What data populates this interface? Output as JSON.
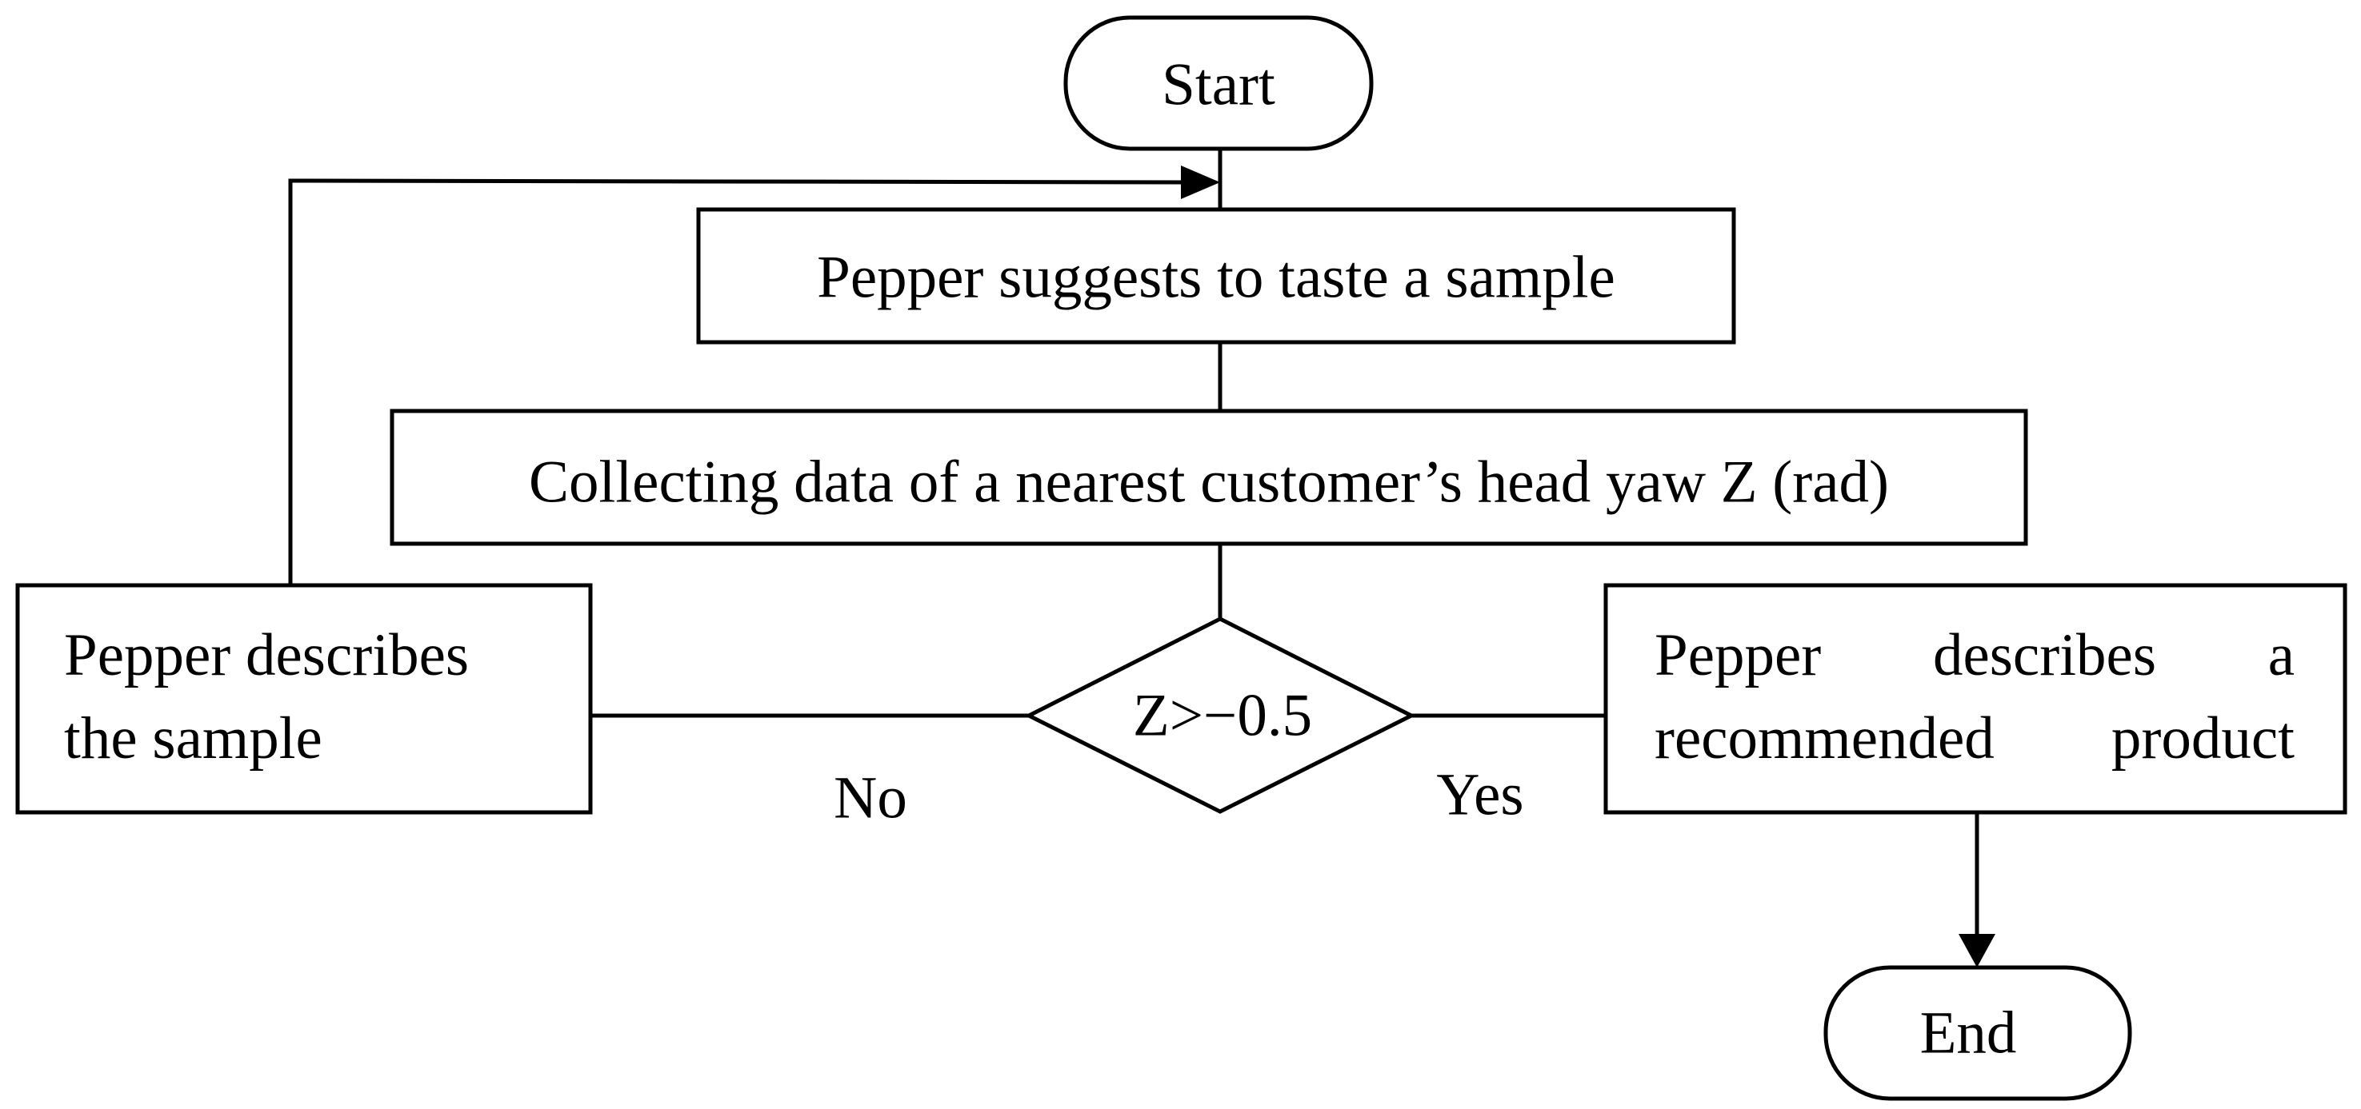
{
  "nodes": {
    "start": "Start",
    "suggest": "Pepper suggests to taste a sample",
    "collect": "Collecting data of a nearest customer’s head yaw Z (rad)",
    "decision": "Z>−0.5",
    "describe_sample_line1": "Pepper describes",
    "describe_sample_line2": "the sample",
    "describe_product_line1": "Pepper describes a",
    "describe_product_line2": "recommended product",
    "end": "End"
  },
  "edges": {
    "no_label": "No",
    "yes_label": "Yes"
  },
  "colors": {
    "stroke": "#000000",
    "background": "#ffffff"
  }
}
